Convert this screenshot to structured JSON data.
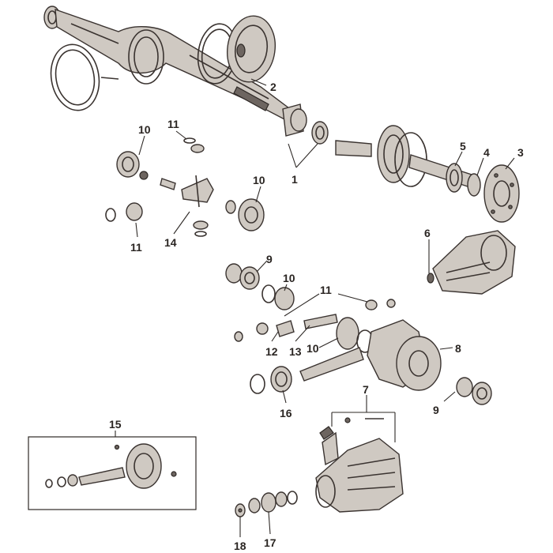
{
  "diagram": {
    "callouts": [
      {
        "id": "c1",
        "text": "1"
      },
      {
        "id": "c2",
        "text": "2"
      },
      {
        "id": "c3",
        "text": "3"
      },
      {
        "id": "c4",
        "text": "4"
      },
      {
        "id": "c5",
        "text": "5"
      },
      {
        "id": "c6",
        "text": "6"
      },
      {
        "id": "c7",
        "text": "7"
      },
      {
        "id": "c8",
        "text": "8"
      },
      {
        "id": "c9a",
        "text": "9"
      },
      {
        "id": "c9b",
        "text": "9"
      },
      {
        "id": "c10a",
        "text": "10"
      },
      {
        "id": "c10b",
        "text": "10"
      },
      {
        "id": "c10c",
        "text": "10"
      },
      {
        "id": "c10d",
        "text": "10"
      },
      {
        "id": "c11a",
        "text": "11"
      },
      {
        "id": "c11b",
        "text": "11"
      },
      {
        "id": "c11c",
        "text": "11"
      },
      {
        "id": "c12",
        "text": "12"
      },
      {
        "id": "c13",
        "text": "13"
      },
      {
        "id": "c14",
        "text": "14"
      },
      {
        "id": "c15",
        "text": "15"
      },
      {
        "id": "c16",
        "text": "16"
      },
      {
        "id": "c17",
        "text": "17"
      },
      {
        "id": "c18",
        "text": "18"
      }
    ],
    "colors": {
      "ink": "#2e2926",
      "fill": "#cfc9c2",
      "background": "#ffffff"
    }
  }
}
